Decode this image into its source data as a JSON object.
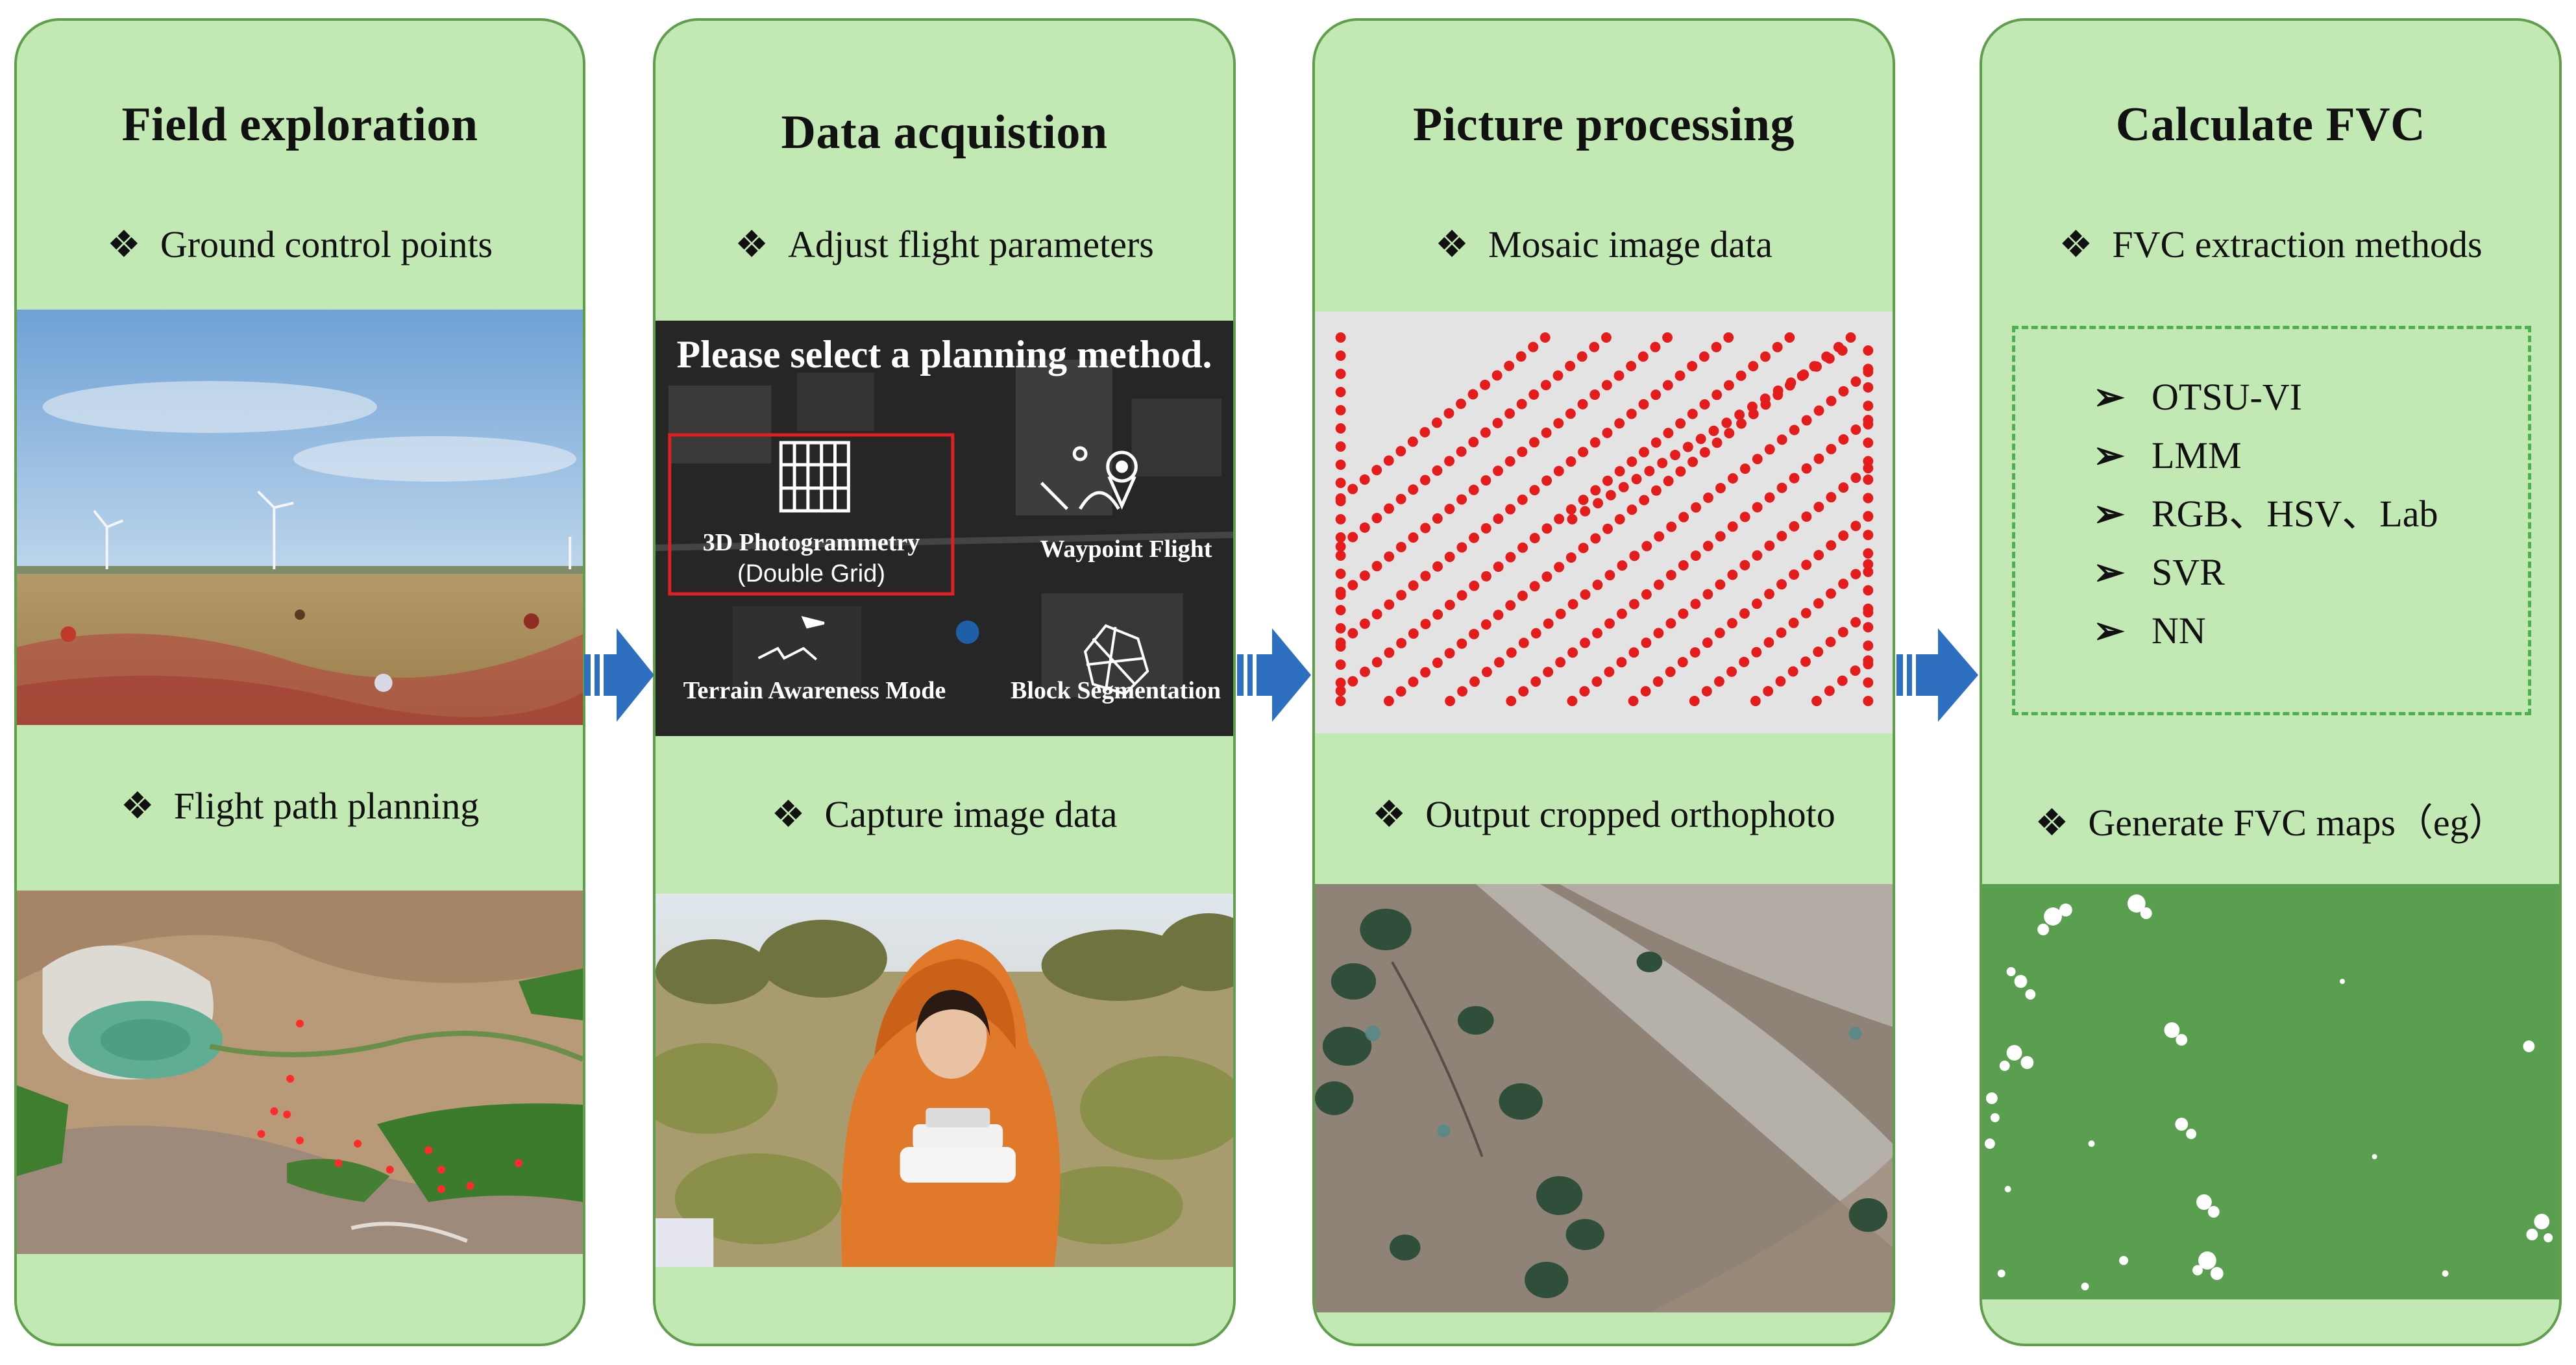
{
  "panels": [
    {
      "title": "Field exploration",
      "step1": "Ground control points",
      "step2": "Flight path planning"
    },
    {
      "title": "Data acquistion",
      "step1": "Adjust flight parameters",
      "step2": "Capture image data",
      "planner": {
        "heading": "Please select a planning method.",
        "opt1_line1": "3D Photogrammetry",
        "opt1_line2": "(Double Grid)",
        "opt2": "Waypoint Flight",
        "opt3": "Terrain Awareness Mode",
        "opt4": "Block Segmentation"
      }
    },
    {
      "title": "Picture processing",
      "step1": "Mosaic image data",
      "step2": "Output cropped orthophoto"
    },
    {
      "title": "Calculate FVC",
      "step1": "FVC extraction methods",
      "methods": [
        "OTSU-VI",
        "LMM",
        "RGB、HSV、Lab",
        "SVR",
        "NN"
      ],
      "step2": "Generate FVC maps（eg）"
    }
  ],
  "colors": {
    "panel_fill": "#c2e9b3",
    "panel_border": "#5f9e4b",
    "arrow_blue": "#2e6fc0",
    "flight_path_red": "#e41c1c",
    "fvc_green": "#5a9e50"
  },
  "icons": {
    "bullet": "diamond-bullet-icon",
    "list_marker": "chevron-right-icon",
    "flow_arrow": "right-arrow-icon"
  }
}
